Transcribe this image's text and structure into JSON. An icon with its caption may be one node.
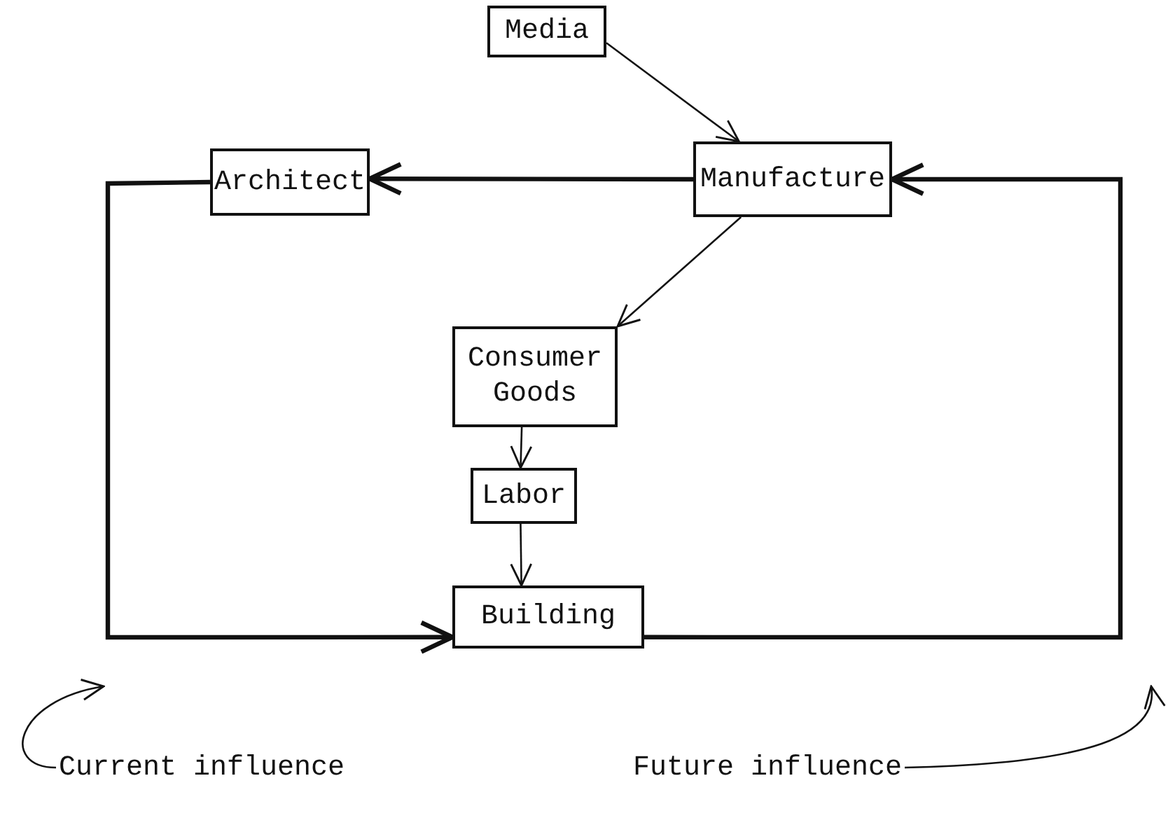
{
  "diagram": {
    "nodes": [
      {
        "text": [
          "Media"
        ]
      },
      {
        "text": [
          "Architect"
        ]
      },
      {
        "text": [
          "Manufacture"
        ]
      },
      {
        "text": [
          "Consumer Goods"
        ]
      },
      {
        "text": [
          "Labor"
        ]
      },
      {
        "text": [
          "Building"
        ]
      },
      {
        "text": [
          "Current influence"
        ]
      },
      {
        "text": [
          "Future influence"
        ]
      }
    ],
    "edges": [
      {
        "from": 0,
        "to": 2,
        "arrow": "to"
      },
      {
        "from": 2,
        "to": 1,
        "arrow": "to",
        "style": "thick"
      },
      {
        "from": 2,
        "to": 3,
        "arrow": "to"
      },
      {
        "from": 3,
        "to": 4,
        "arrow": "to"
      },
      {
        "from": 4,
        "to": 5,
        "arrow": "to"
      },
      {
        "from": 1,
        "to": 5,
        "arrow": "to",
        "style": "thick"
      },
      {
        "from": 5,
        "to": 2,
        "arrow": "to",
        "style": "thick"
      },
      {
        "from": 6,
        "to": null,
        "arrow": "to"
      },
      {
        "from": 7,
        "to": null,
        "arrow": "to"
      }
    ]
  }
}
